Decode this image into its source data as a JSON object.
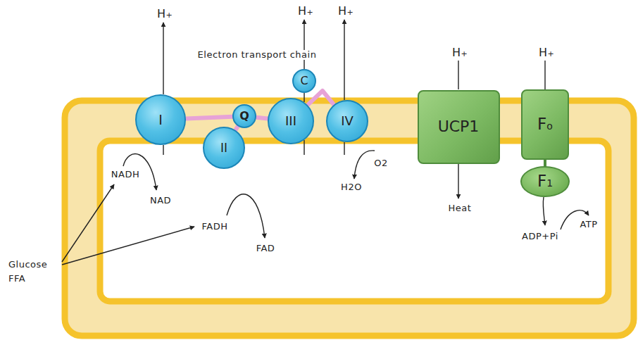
{
  "diagram": {
    "nodes": [
      {
        "text": [
          "I"
        ]
      },
      {
        "text": [
          "Q"
        ]
      },
      {
        "text": [
          "II"
        ]
      },
      {
        "text": [
          "C"
        ]
      },
      {
        "text": [
          "III"
        ]
      },
      {
        "text": [
          "IV"
        ]
      },
      {
        "text": [
          "UCP1"
        ]
      },
      {
        "text": [
          "Fo"
        ]
      },
      {
        "text": [
          "F1"
        ]
      }
    ],
    "edges": [
      {
        "from": 0,
        "to": 1,
        "arrow": "none"
      },
      {
        "from": 2,
        "to": 1,
        "arrow": "none"
      },
      {
        "from": 1,
        "to": 4,
        "arrow": "none"
      },
      {
        "from": 4,
        "to": 5,
        "arrow": "none"
      },
      {
        "from": 7,
        "to": 8,
        "arrow": "none"
      }
    ],
    "labels": [
      "H+",
      "H+",
      "H+",
      "Electron transport chain",
      "H+",
      "H+",
      "NADH",
      "NAD",
      "FADH",
      "FAD",
      "H2O",
      "O2",
      "Heat",
      "ADP+Pi",
      "ATP",
      "Glucose",
      "FFA"
    ]
  }
}
